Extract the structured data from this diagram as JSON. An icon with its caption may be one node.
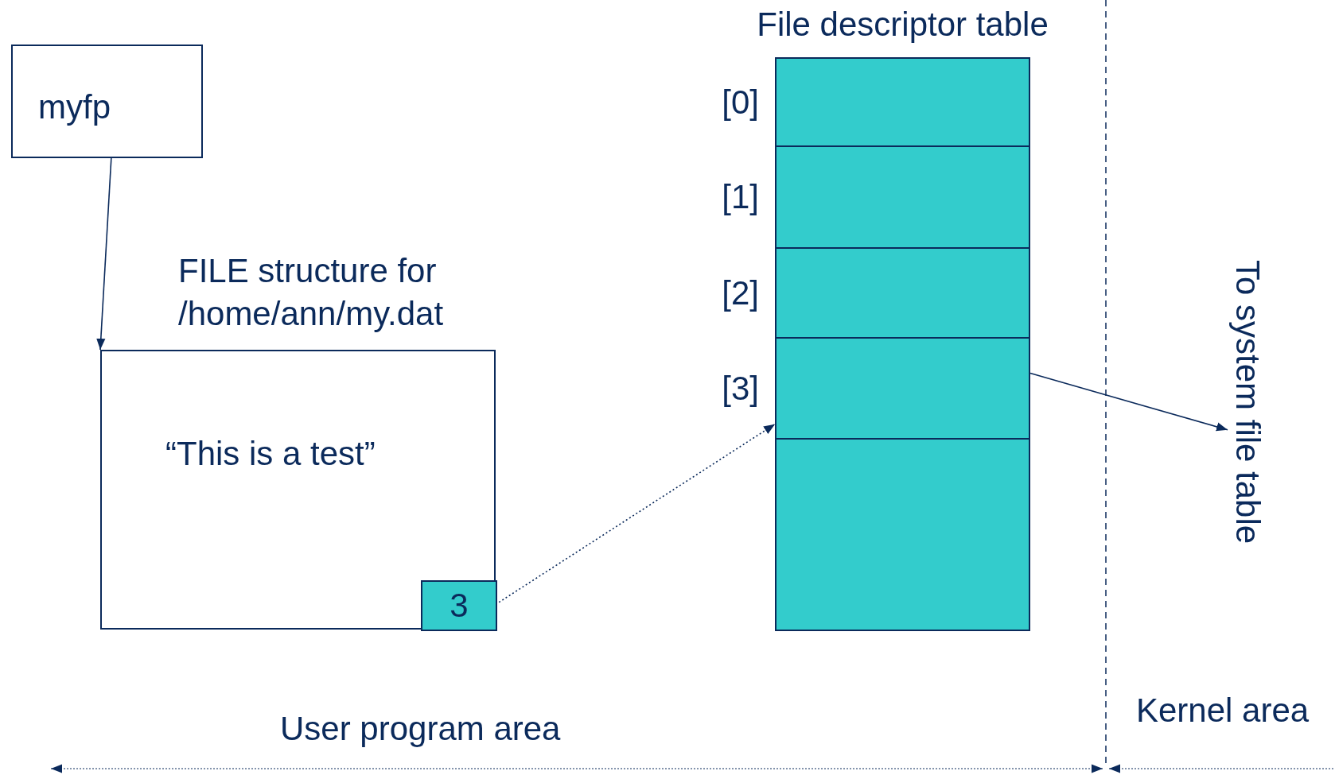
{
  "diagram": {
    "nodes": [
      {
        "text": [
          "myfp"
        ]
      },
      {
        "text": [
          "FILE structure for /home/ann/my.dat",
          "“This is a test”"
        ]
      },
      {
        "text": [
          "3"
        ],
        "in": 1
      },
      {
        "text": [
          "File descriptor table"
        ]
      },
      {
        "text": [],
        "shape": "box",
        "in": 3,
        "beside": [
          "[0]"
        ]
      },
      {
        "text": [],
        "shape": "box",
        "in": 3,
        "beside": [
          "[1]"
        ]
      },
      {
        "text": [],
        "shape": "box",
        "in": 3,
        "beside": [
          "[2]"
        ]
      },
      {
        "text": [],
        "shape": "box",
        "in": 3,
        "beside": [
          "[3]"
        ]
      },
      {
        "text": [],
        "shape": "box",
        "in": 3
      },
      {
        "text": [
          "To system file table"
        ]
      }
    ],
    "edges": [
      {
        "from": 0,
        "to": 1,
        "arrow": "to"
      },
      {
        "from": 2,
        "to": 7,
        "arrow": "to",
        "style": "dashed"
      },
      {
        "from": 7,
        "to": 9,
        "arrow": "to"
      }
    ],
    "labels": [
      "User program area",
      "Kernel area"
    ]
  }
}
